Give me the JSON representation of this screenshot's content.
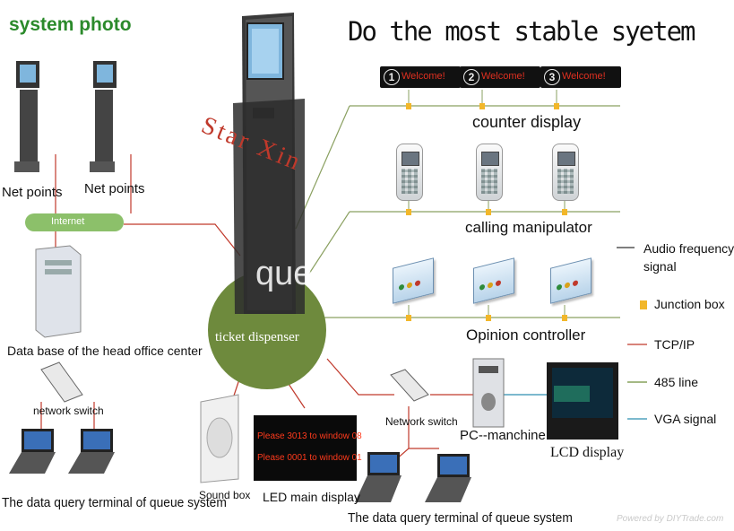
{
  "header": {
    "system_photo": "system photo",
    "slogan": "Do the most stable syetem"
  },
  "watermarks": {
    "brand": "Star Xin",
    "product": "queue system",
    "site": "Powered by DIYTrade.com"
  },
  "counter_display": {
    "label": "counter display",
    "units": [
      {
        "number": "1",
        "text": "Welcome!"
      },
      {
        "number": "2",
        "text": "Welcome!"
      },
      {
        "number": "3",
        "text": "Welcome!"
      }
    ]
  },
  "calling_manipulator": {
    "label": "calling manipulator"
  },
  "opinion_controller": {
    "label": "Opinion controller"
  },
  "left_side": {
    "net_point_1": "Net points",
    "net_point_2": "Net points",
    "internet": "Internet",
    "database": "Data base of the head office center",
    "network_switch": "network switch",
    "query_terminal": "The data query terminal of queue system"
  },
  "center": {
    "ticket_dispenser": "ticket dispenser",
    "sound_box": "Sound box",
    "led_main_display": "LED main display",
    "led_lines": [
      "Please 3013 to window 08",
      "Please 0001 to window 01"
    ],
    "network_switch": "Network switch",
    "query_terminal": "The data query terminal of queue system",
    "pc": "PC--manchine",
    "lcd": "LCD display"
  },
  "legend": {
    "audio": "Audio frequency signal",
    "audio_line1": "Audio frequency",
    "audio_line2": "signal",
    "junction": "Junction box",
    "tcpip": "TCP/IP",
    "line485": "485 line",
    "vga": "VGA signal",
    "colors": {
      "audio": "#333333",
      "junction": "#f2b72a",
      "tcpip": "#c0392b",
      "line485": "#6f8f3a",
      "vga": "#2f8fb0"
    }
  }
}
